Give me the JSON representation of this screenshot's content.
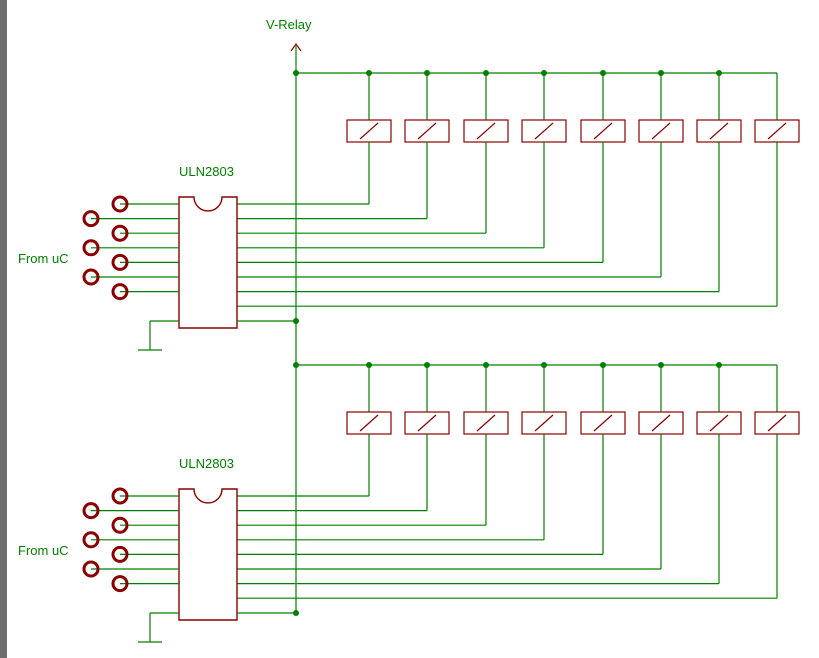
{
  "labels": {
    "supply": "V-Relay",
    "ic_top": "ULN2803",
    "ic_bottom": "ULN2803",
    "input_top": "From uC",
    "input_bottom": "From uC"
  },
  "colors": {
    "wire": "#008000",
    "part": "#8b0000",
    "text": "#008000",
    "frame": "#6e6e6e",
    "background": "#ffffff"
  },
  "icons": [
    "input-pad-icon",
    "relay-coil-icon",
    "ground-symbol-icon",
    "supply-arrow-icon",
    "junction-dot-icon"
  ],
  "blocks": [
    {
      "id": "top",
      "relay_count": 8,
      "input_pad_count": 7
    },
    {
      "id": "bottom",
      "relay_count": 8,
      "input_pad_count": 7
    }
  ]
}
